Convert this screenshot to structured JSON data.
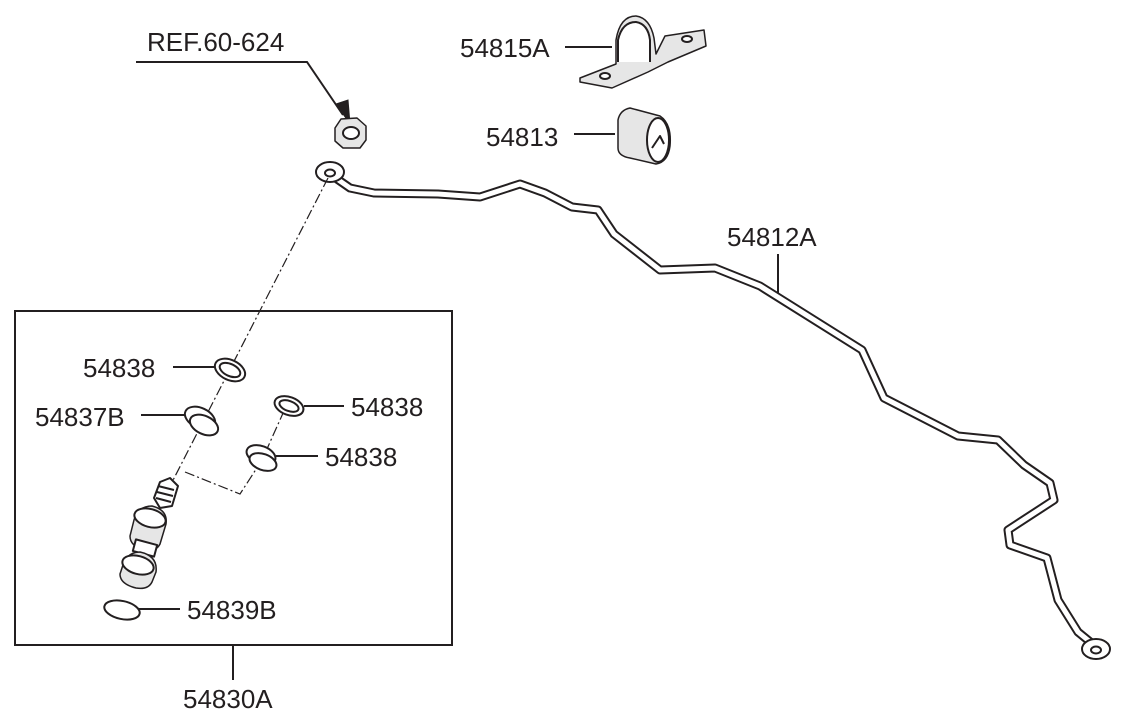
{
  "labels": {
    "ref": "REF.60-624",
    "bracket": "54815A",
    "bushing": "54813",
    "stabilizer_bar": "54812A",
    "washer_top": "54838",
    "washer_right_a": "54838",
    "washer_right_b": "54838",
    "washer_b": "54837B",
    "ring_bottom": "54839B",
    "link_assembly": "54830A"
  },
  "colors": {
    "line": "#231f20",
    "background": "#ffffff"
  }
}
